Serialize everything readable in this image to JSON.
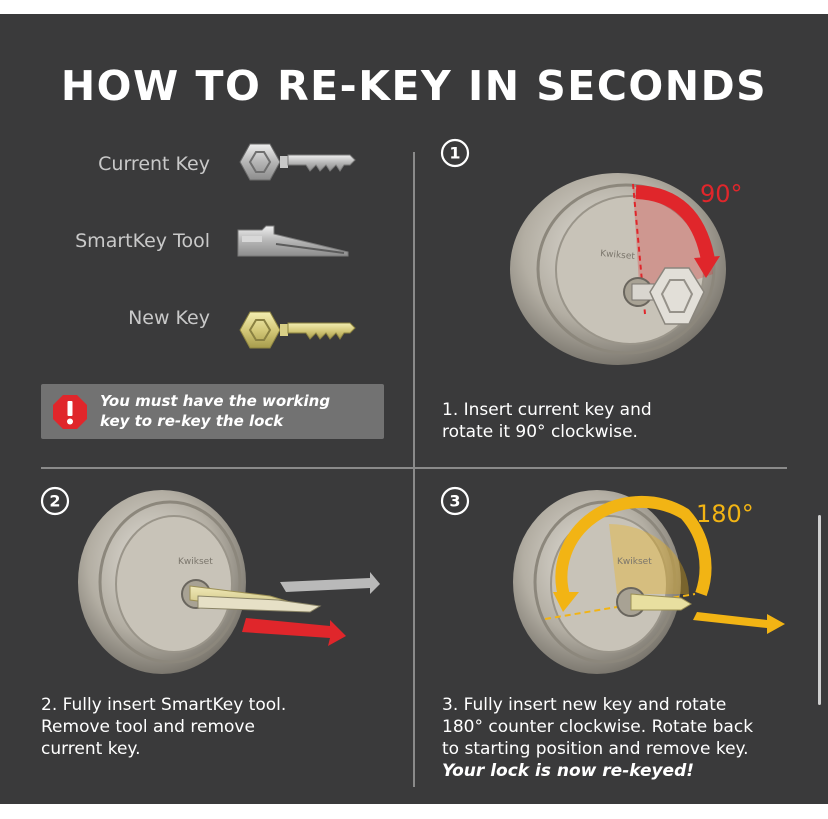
{
  "title": "HOW TO RE-KEY IN SECONDS",
  "legend": {
    "current_key": "Current Key",
    "smartkey_tool": "SmartKey Tool",
    "new_key": "New Key"
  },
  "warning": {
    "icon": "exclamation-octagon-icon",
    "text_line1": "You must have the working",
    "text_line2": "key to re-key the lock"
  },
  "steps": [
    {
      "number": "1",
      "angle_label": "90°",
      "line1": "1. Insert current key and",
      "line2": "rotate it 90° clockwise."
    },
    {
      "number": "2",
      "line1": "2. Fully insert SmartKey tool.",
      "line2": "Remove tool and remove",
      "line3": "current key."
    },
    {
      "number": "3",
      "angle_label": "180°",
      "line1": "3. Fully insert new key and rotate",
      "line2": "180° counter clockwise. Rotate back",
      "line3": "to starting position and remove key.",
      "final": "Your lock is now re-keyed!"
    }
  ],
  "colors": {
    "background": "#3a3a3b",
    "accent_red": "#e0262b",
    "accent_gold": "#f2b414",
    "warning_bg": "#727272"
  }
}
